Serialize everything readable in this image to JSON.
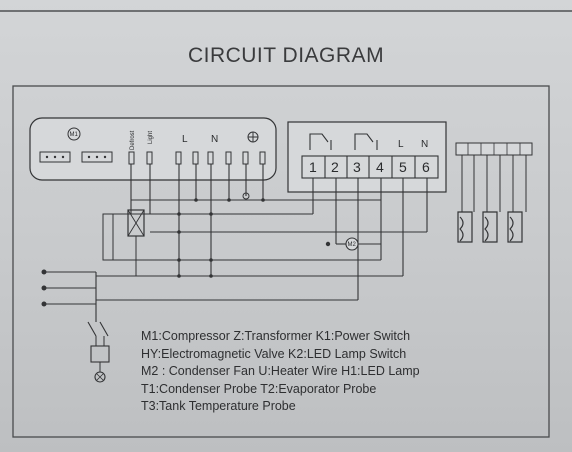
{
  "title": "CIRCUIT DIAGRAM",
  "terminal_block": {
    "numbers": [
      "1",
      "2",
      "3",
      "4",
      "5",
      "6"
    ],
    "labels": [
      "L",
      "N"
    ]
  },
  "controller": {
    "top_label": "M1",
    "terminal_labels": [
      "L",
      "N"
    ]
  },
  "motors": {
    "m2": "M2"
  },
  "legend_lines": [
    "M1:Compressor  Z:Transformer  K1:Power Switch",
    "HY:Electromagnetic Valve    K2:LED Lamp Switch",
    "M2 : Condenser Fan  U:Heater Wire   H1:LED Lamp",
    "T1:Condenser Probe     T2:Evaporator Probe",
    "T3:Tank Temperature Probe"
  ],
  "colors": {
    "line": "#333436",
    "board": "#d6d8da",
    "background": "#c9cbcd"
  }
}
